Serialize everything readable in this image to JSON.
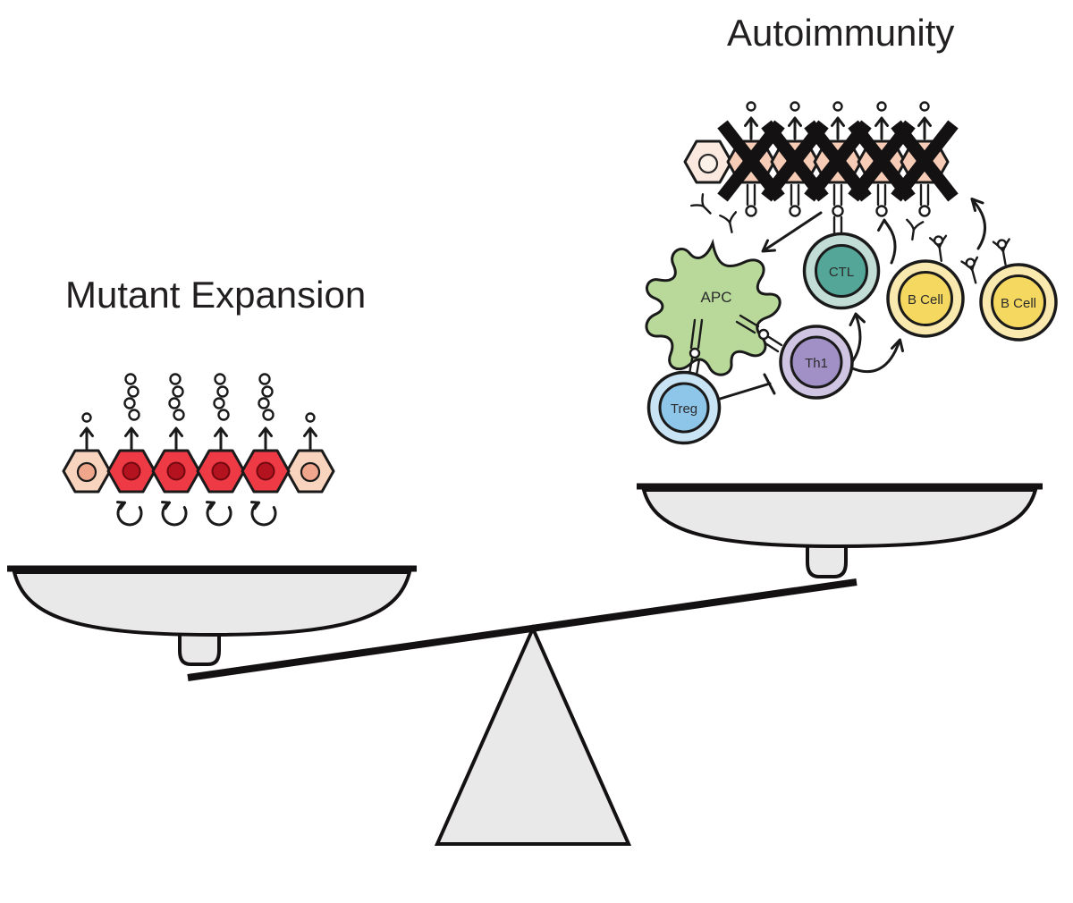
{
  "titles": {
    "mutant_expansion": "Mutant Expansion",
    "autoimmunity": "Autoimmunity"
  },
  "immune_cells": {
    "apc": "APC",
    "ctl": "CTL",
    "th1": "Th1",
    "treg": "Treg",
    "b_cell_left": "B Cell",
    "b_cell_right": "B Cell"
  },
  "colors": {
    "mutant_cell_red": "#ee3a45",
    "mutant_nucleus_dark_red": "#b5121f",
    "normal_cell_peach": "#f8d3bd",
    "normal_nucleus_salmon": "#f0a68b",
    "damaged_cell_peach": "#f6ccb6",
    "damaged_nucleus_salmon": "#f1a78e",
    "pale_cell": "#fbe9df",
    "apc_green": "#b8d999",
    "ctl_teal_outer": "#c2ddd6",
    "ctl_teal_inner": "#54a698",
    "b_cell_yellow_outer": "#f9e9ae",
    "b_cell_yellow_inner": "#f5d860",
    "th1_purple_outer": "#cfc4e2",
    "th1_purple_inner": "#a090c6",
    "treg_blue_outer": "#c8e3f3",
    "treg_blue_inner": "#8ec6ea",
    "scale_gray": "#e9e9e9",
    "outline_black": "#141112"
  }
}
